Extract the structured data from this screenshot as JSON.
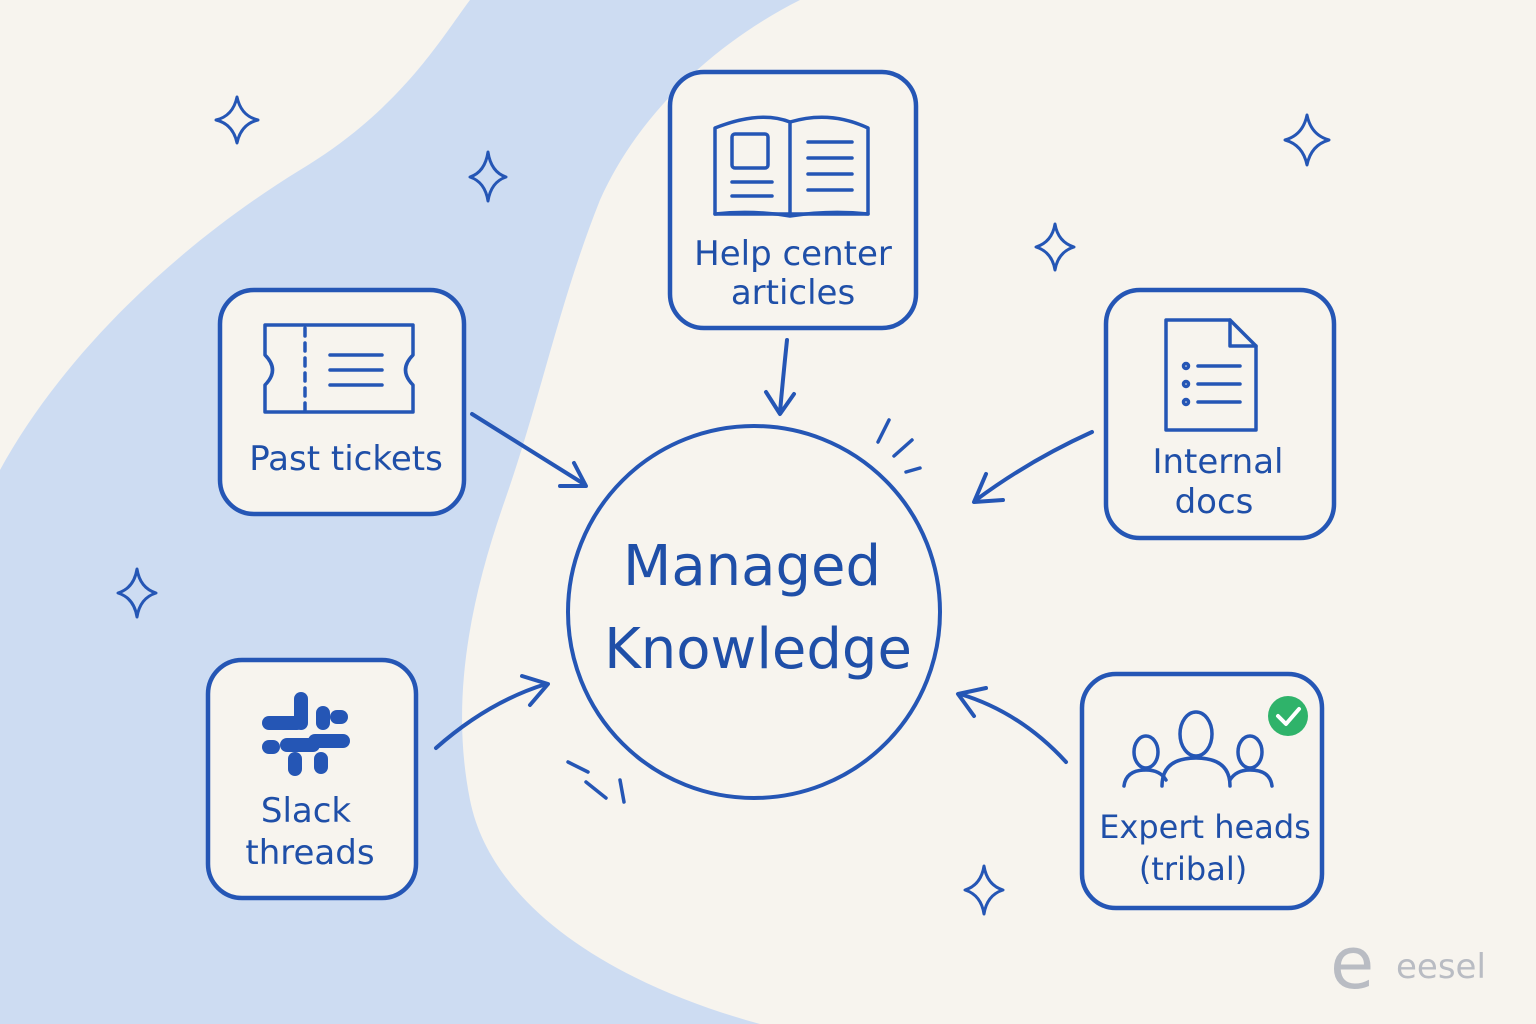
{
  "center": {
    "line1": "Managed",
    "line2": "Knowledge"
  },
  "sources": {
    "help_center": {
      "line1": "Help center",
      "line2": "articles",
      "icon": "open-book-icon"
    },
    "past_tickets": {
      "line1": "Past tickets",
      "icon": "ticket-icon"
    },
    "internal_docs": {
      "line1": "Internal",
      "line2": "docs",
      "icon": "document-icon"
    },
    "slack_threads": {
      "line1": "Slack",
      "line2": "threads",
      "icon": "slack-logo-icon"
    },
    "expert_heads": {
      "line1": "Expert heads",
      "line2": "(tribal)",
      "icon": "people-group-icon",
      "badge": "check-badge-icon"
    }
  },
  "brand": {
    "name": "eesel",
    "mark": "e"
  },
  "colors": {
    "ink": "#2556b5",
    "background": "#f7f4ee",
    "blob": "#cddcf2",
    "badge": "#2fb36a",
    "brand_gray": "#b9bcc3"
  }
}
